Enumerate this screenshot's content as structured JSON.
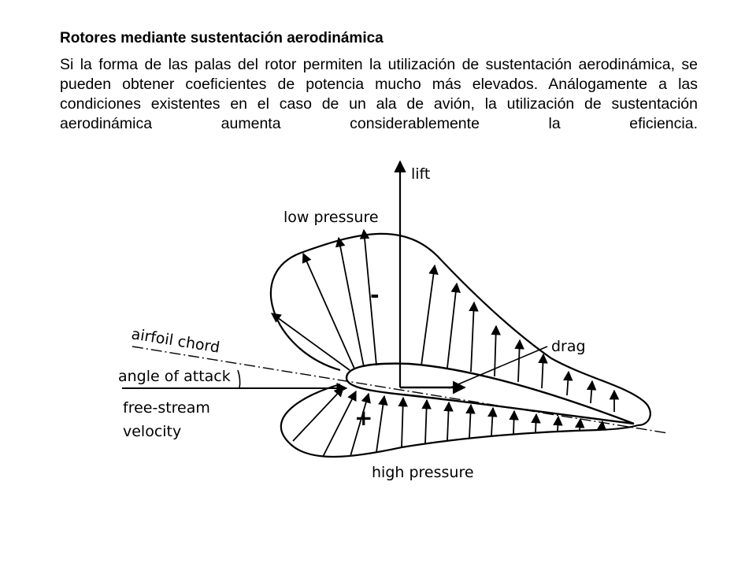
{
  "slide": {
    "title": "Rotores mediante sustentación aerodinámica",
    "paragraph": "Si la forma de las palas del rotor permiten la utilización de sustentación aerodinámica, se pueden obtener coeficientes de potencia mucho más elevados. Análogamente a las condiciones existentes en el caso de un ala de avión, la utilización de sustentación aerodinámica aumenta considerablemente la eficiencia."
  },
  "diagram": {
    "labels": {
      "lift": "lift",
      "low_pressure": "low pressure",
      "minus_sign": "-",
      "airfoil_chord": "airfoil chord",
      "drag": "drag",
      "angle_of_attack": "angle of attack",
      "free_stream_1": "free-stream",
      "free_stream_2": "velocity",
      "plus_sign": "+",
      "high_pressure": "high pressure"
    }
  }
}
